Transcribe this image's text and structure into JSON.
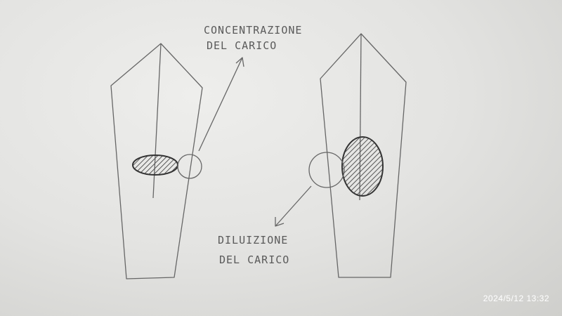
{
  "labels": {
    "top_line1": "CONCENTRAZIONE",
    "top_line2": "DEL CARICO",
    "bottom_line1": "DILUIZIONE",
    "bottom_line2": "DEL CARICO"
  },
  "timestamp": "2024/5/12 13:32",
  "colors": {
    "pencil": "#5a5a5a",
    "paper": "#e6e6e4"
  }
}
